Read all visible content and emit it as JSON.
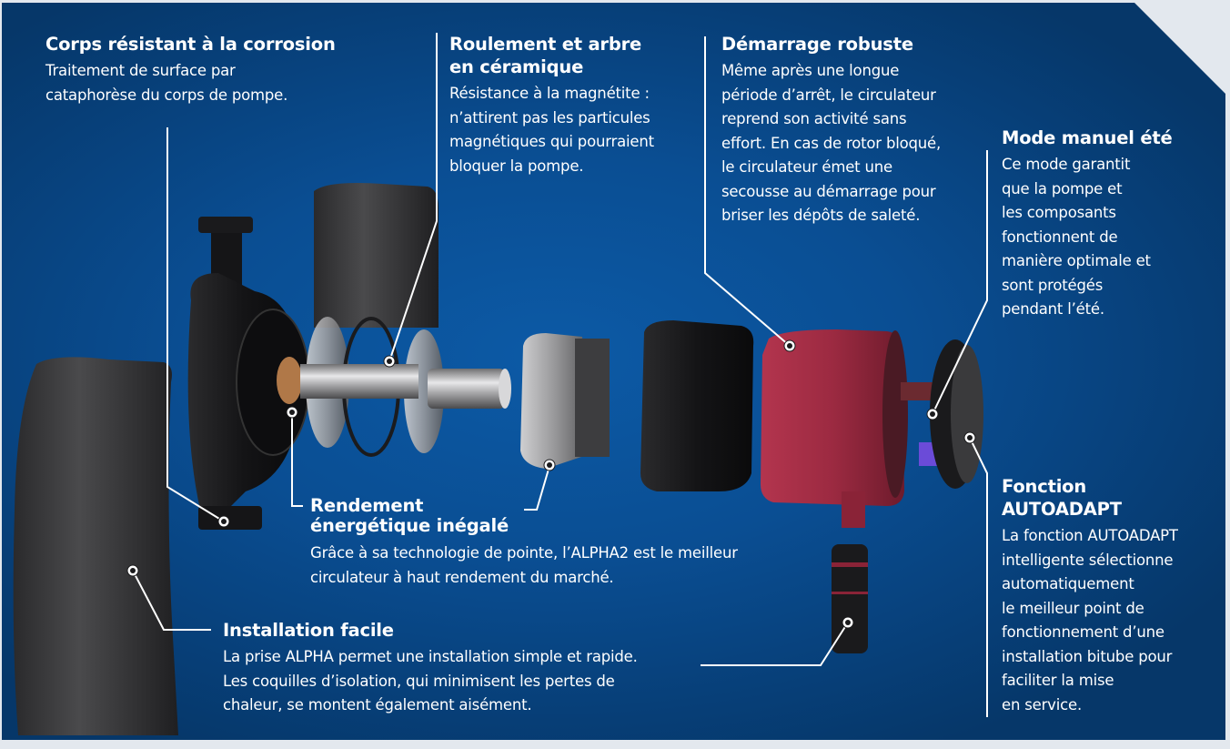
{
  "title": "Exploded view of ALPHA2 circulator pump with feature callouts",
  "colors": {
    "background_outer": "#e3e8ee",
    "panel_blue": "#0a4e93",
    "panel_blue_dark": "#063769",
    "text": "#ffffff",
    "leader_line": "#ffffff",
    "stator_red": "#a0283f"
  },
  "callouts": [
    {
      "id": "corrosion",
      "title": "Corps résistant à la corrosion",
      "body": "Traitement de surface par\ncataphorèse du corps de pompe."
    },
    {
      "id": "ceramic",
      "title": "Roulement et arbre\nen céramique",
      "body": "Résistance à la magnétite :\nn’attirent pas les particules\nmagnétiques qui pourraient\nbloquer la pompe."
    },
    {
      "id": "startup",
      "title": "Démarrage robuste",
      "body": "Même après une longue\npériode d’arrêt, le circulateur\nreprend son activité sans\neffort. En cas de rotor bloqué,\nle circulateur émet une\nsecousse au démarrage pour\nbriser les dépôts de saleté."
    },
    {
      "id": "summer",
      "title": "Mode manuel été",
      "body": "Ce mode garantit\nque la pompe et\nles composants\nfonctionnent de\nmanière optimale et\nsont protégés\npendant l’été."
    },
    {
      "id": "efficiency",
      "title": "Rendement\nénergétique inégalé",
      "body": "Grâce à sa technologie de pointe, l’ALPHA2 est le meilleur\ncirculateur à haut rendement du marché."
    },
    {
      "id": "autoadapt",
      "title": "Fonction\nAUTOADAPT",
      "body": "La fonction AUTOADAPT\nintelligente sélectionne\nautomatiquement\nle meilleur point de\nfonctionnement d’une\ninstallation bitube pour\nfaciliter la mise\nen service."
    },
    {
      "id": "install",
      "title": "Installation facile",
      "body": "La prise ALPHA permet une installation simple et rapide.\nLes coquilles d’isolation, qui minimisent les pertes de\nchaleur, se montent également aisément."
    }
  ],
  "components": [
    "insulation-shell-front",
    "pump-housing",
    "insulation-shell-back",
    "impeller-and-bearing",
    "rotor-shaft",
    "rotor-can",
    "stator-frame",
    "stator-red-housing",
    "control-box-cover",
    "alpha-plug"
  ]
}
